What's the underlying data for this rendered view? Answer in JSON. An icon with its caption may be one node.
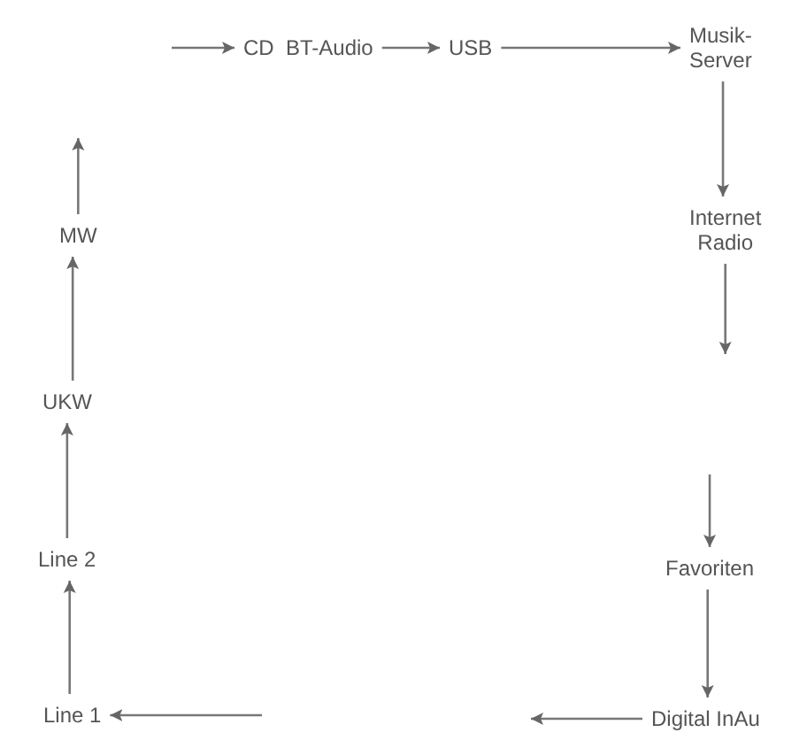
{
  "diagram": {
    "nodes": [
      {
        "text": [
          "CD"
        ]
      },
      {
        "text": [
          "BT-Audio"
        ]
      },
      {
        "text": [
          "USB"
        ]
      },
      {
        "text": [
          "Musik-Server"
        ]
      },
      {
        "text": [
          "Internet Radio"
        ]
      },
      {
        "text": [
          "Favoriten"
        ]
      },
      {
        "text": [
          "Digital InAu"
        ]
      },
      {
        "text": [
          "MW"
        ]
      },
      {
        "text": [
          "UKW"
        ]
      },
      {
        "text": [
          "Line 2"
        ]
      },
      {
        "text": [
          "Line 1"
        ]
      }
    ],
    "edges": [
      {
        "from": null,
        "to": 0,
        "arrow": "to"
      },
      {
        "from": 1,
        "to": 2,
        "arrow": "to"
      },
      {
        "from": 2,
        "to": 3,
        "arrow": "to"
      },
      {
        "from": 3,
        "to": 4,
        "arrow": "to"
      },
      {
        "from": 4,
        "to": null,
        "arrow": "to"
      },
      {
        "from": null,
        "to": 5,
        "arrow": "to"
      },
      {
        "from": 5,
        "to": 6,
        "arrow": "to"
      },
      {
        "from": 6,
        "to": null,
        "arrow": "to"
      },
      {
        "from": null,
        "to": 10,
        "arrow": "to"
      },
      {
        "from": 10,
        "to": 9,
        "arrow": "to"
      },
      {
        "from": 9,
        "to": 8,
        "arrow": "to"
      },
      {
        "from": 8,
        "to": 7,
        "arrow": "to"
      },
      {
        "from": 7,
        "to": null,
        "arrow": "to"
      }
    ]
  }
}
